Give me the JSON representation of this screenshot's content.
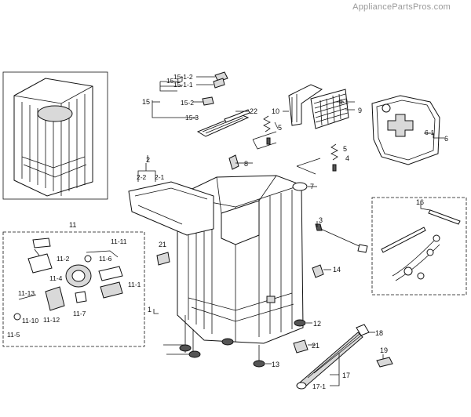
{
  "watermark": "AppliancePartsPros.com",
  "parts": {
    "p1": "1",
    "p2": "2",
    "p2_1": "2-1",
    "p2_2": "2-2",
    "p3": "3",
    "p4": "4",
    "p5a": "5",
    "p5b": "5",
    "p6": "6",
    "p6_1": "6-1",
    "p7": "7",
    "p8": "8",
    "p9": "9",
    "p9_1": "9-1",
    "p10": "10",
    "p11": "11",
    "p11_1": "11-1",
    "p11_2": "11-2",
    "p11_4": "11-4",
    "p11_5": "11-5",
    "p11_6": "11-6",
    "p11_7": "11-7",
    "p11_10": "11-10",
    "p11_11": "11-11",
    "p11_12": "11-12",
    "p11_13": "11-13",
    "p12": "12",
    "p13": "13",
    "p14": "14",
    "p15": "15",
    "p15_1": "15-1",
    "p15_1_1": "15-1-1",
    "p15_1_2": "15-1-2",
    "p15_2": "15-2",
    "p15_3": "15-3",
    "p16": "16",
    "p17": "17",
    "p17_1": "17-1",
    "p18": "18",
    "p19": "19",
    "p21a": "21",
    "p21b": "21",
    "p22": "22"
  }
}
